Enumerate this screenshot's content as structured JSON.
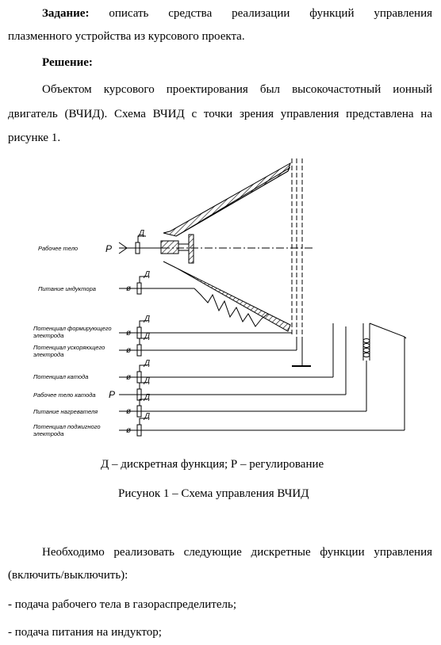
{
  "task": {
    "label": "Задание:",
    "line1_rest": "описать средства реализации функций управления",
    "line2": "плазменного устройства из курсового проекта."
  },
  "solution_heading": "Решение:",
  "para1": {
    "line1": "Объектом курсового проектирования был высокочастотный ионный",
    "line2": "двигатель (ВЧИД). Схема ВЧИД с точки зрения управления представлена на",
    "line3": "рисунке 1."
  },
  "diagram": {
    "labels": {
      "working_body": "Рабочее тело",
      "inductor_power": "Питание индуктора",
      "forming_electrode_1": "Потенциал формирующего",
      "forming_electrode_2": "электрода",
      "accel_electrode_1": "Потенциал ускоряющего",
      "accel_electrode_2": "электрода",
      "cathode_potential": "Потенциал катода",
      "cathode_working_body": "Рабочее тело катода",
      "heater_power": "Питание нагревателя",
      "ignition_electrode_1": "Потенциал поджигного",
      "ignition_electrode_2": "электрода"
    },
    "sym_d": "Д",
    "sym_p": "Р",
    "sym_phi": "ø"
  },
  "legend": "Д – дискретная функция; Р – регулирование",
  "figure_caption": "Рисунок 1 – Схема управления ВЧИД",
  "para2": {
    "line1": "Необходимо реализовать следующие дискретные функции управления",
    "line2": "(включить/выключить):"
  },
  "list": [
    "- подача рабочего тела в газораспределитель;",
    "- подача питания на индуктор;"
  ]
}
